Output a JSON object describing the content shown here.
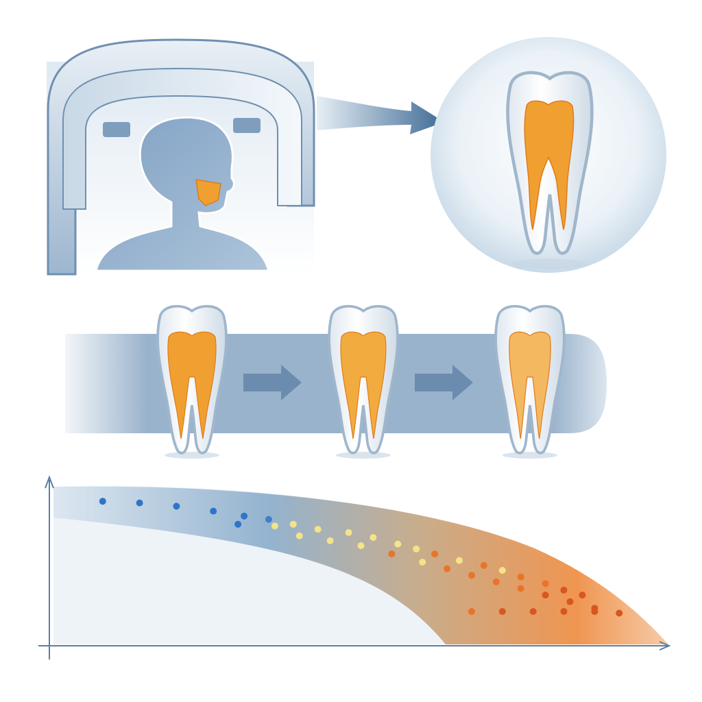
{
  "palette": {
    "blue_dark": "#3f6b95",
    "blue_mid": "#7d9ec0",
    "blue_light": "#d7e4ef",
    "pulp_orange": "#f0a030",
    "pulp_orange_dark": "#e07a1c",
    "enamel": "#f7f9fb",
    "dot_blue": "#2f74c8",
    "dot_yellow": "#f3e38a",
    "dot_orange": "#e8742a",
    "dot_red": "#d8561f"
  },
  "icons": {
    "scanner": "cbct-scanner-icon",
    "head": "patient-head-icon",
    "jaw": "jaw-highlight-icon",
    "arrow": "arrow-right-icon",
    "tooth": "tooth-icon"
  },
  "teeth_sequence": [
    {
      "pulp_fill": 1.0,
      "pulp_color": "#f0a030"
    },
    {
      "pulp_fill": 0.85,
      "pulp_color": "#f2ab3e"
    },
    {
      "pulp_fill": 0.65,
      "pulp_color": "#f4b860"
    }
  ],
  "chart_data": {
    "type": "scatter",
    "title": "",
    "xlabel": "",
    "ylabel": "",
    "xlim": [
      0,
      100
    ],
    "ylim": [
      0,
      100
    ],
    "grid": false,
    "series": [
      {
        "points": [
          [
            8,
            87
          ],
          [
            14,
            86
          ],
          [
            20,
            84
          ],
          [
            26,
            81
          ],
          [
            31,
            78
          ],
          [
            35,
            76
          ],
          [
            39,
            73
          ],
          [
            43,
            70
          ],
          [
            48,
            68
          ],
          [
            52,
            65
          ],
          [
            56,
            61
          ],
          [
            59,
            58
          ],
          [
            62,
            55
          ],
          [
            66,
            51
          ],
          [
            70,
            48
          ],
          [
            73,
            45
          ],
          [
            76,
            41
          ],
          [
            80,
            37
          ],
          [
            83,
            33
          ],
          [
            86,
            30
          ],
          [
            30,
            73
          ],
          [
            36,
            72
          ],
          [
            40,
            66
          ],
          [
            45,
            63
          ],
          [
            50,
            60
          ],
          [
            55,
            55
          ],
          [
            60,
            50
          ],
          [
            64,
            46
          ],
          [
            68,
            42
          ],
          [
            72,
            38
          ],
          [
            76,
            34
          ],
          [
            80,
            30
          ],
          [
            84,
            26
          ],
          [
            88,
            22
          ],
          [
            92,
            19
          ],
          [
            68,
            20
          ],
          [
            73,
            20
          ],
          [
            78,
            20
          ],
          [
            83,
            20
          ],
          [
            88,
            20
          ]
        ],
        "colors": [
          "#2f74c8",
          "#2f74c8",
          "#2f74c8",
          "#2f74c8",
          "#2f74c8",
          "#3e80c8",
          "#f3e38a",
          "#f3e38a",
          "#f3e38a",
          "#f3e38a",
          "#f3e38a",
          "#f3e38a",
          "#e8742a",
          "#f3e38a",
          "#e8742a",
          "#f3e38a",
          "#e8742a",
          "#e8742a",
          "#d8561f",
          "#d8561f",
          "#2f74c8",
          "#f3e38a",
          "#f3e38a",
          "#f3e38a",
          "#f3e38a",
          "#e8742a",
          "#f3e38a",
          "#e8742a",
          "#e8742a",
          "#e8742a",
          "#e8742a",
          "#d8561f",
          "#d8561f",
          "#d8561f",
          "#d8561f",
          "#e8742a",
          "#d8561f",
          "#d8561f",
          "#d8561f",
          "#d8561f"
        ]
      }
    ]
  }
}
